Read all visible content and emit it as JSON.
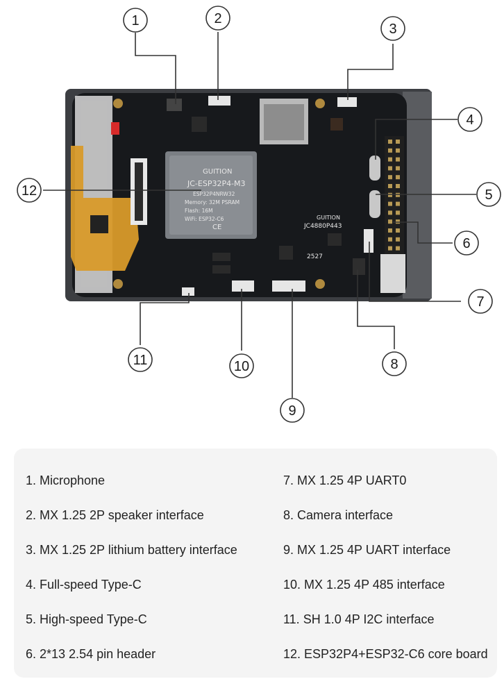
{
  "callouts": [
    "1",
    "2",
    "3",
    "4",
    "5",
    "6",
    "7",
    "8",
    "9",
    "10",
    "11",
    "12"
  ],
  "module": {
    "brand": "GUITION",
    "model": "JC-ESP32P4-M3",
    "chip": "ESP32P4NRW32",
    "memory": "Memory: 32M PSRAM",
    "flash": "Flash: 16M",
    "wifi": "WiFi: ESP32-C6",
    "marks": "CE"
  },
  "board": {
    "brand": "GUITION",
    "model": "JC4880P443",
    "date_code": "2527"
  },
  "legend": {
    "items": [
      "1. Microphone",
      "2. MX 1.25 2P speaker interface",
      "3. MX 1.25 2P lithium battery interface",
      "4. Full-speed Type-C",
      "5. High-speed Type-C",
      "6. 2*13 2.54 pin header",
      "7. MX 1.25 4P UART0",
      "8. Camera interface",
      "9. MX 1.25 4P UART interface",
      "10. MX 1.25 4P 485 interface",
      "11. SH 1.0 4P I2C interface",
      "12. ESP32P4+ESP32-C6 core board"
    ]
  },
  "colors": {
    "pcb": "#17191c",
    "bezel": "#3a3c40",
    "flex": "#d89a2a",
    "module": "#7b7f84"
  }
}
